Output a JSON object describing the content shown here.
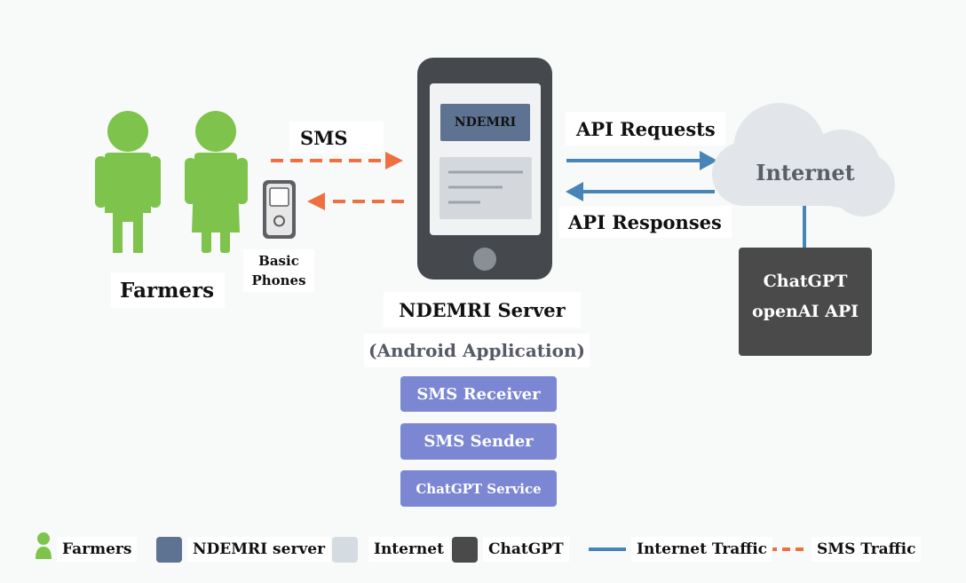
{
  "sms_label": "SMS",
  "farmers_label": "Farmers",
  "basic_phones_label": [
    "Basic",
    "Phones"
  ],
  "phone_screen_header": "NDEMRI",
  "server_title": "NDEMRI Server",
  "server_subtitle": "(Android Application)",
  "services": [
    "SMS Receiver",
    "SMS Sender",
    "ChatGPT Service"
  ],
  "api_requests_label": "API Requests",
  "api_responses_label": "API Responses",
  "internet_label": "Internet",
  "chatgpt_box": [
    "ChatGPT",
    "openAI API"
  ],
  "legend": {
    "farmers": "Farmers",
    "ndemri_server": "NDEMRI server",
    "internet": "Internet",
    "chatgpt": "ChatGPT",
    "internet_traffic": "Internet Traffic",
    "sms_traffic": "SMS Traffic"
  },
  "colors": {
    "farmer_green": "#7ec34b",
    "server_slate": "#5e7391",
    "internet_cloud": "#e2e6ea",
    "chatgpt_dark": "#4a4a4a",
    "internet_traffic": "#4784b7",
    "sms_traffic": "#ee7040",
    "service_button": "#7c87d4"
  }
}
